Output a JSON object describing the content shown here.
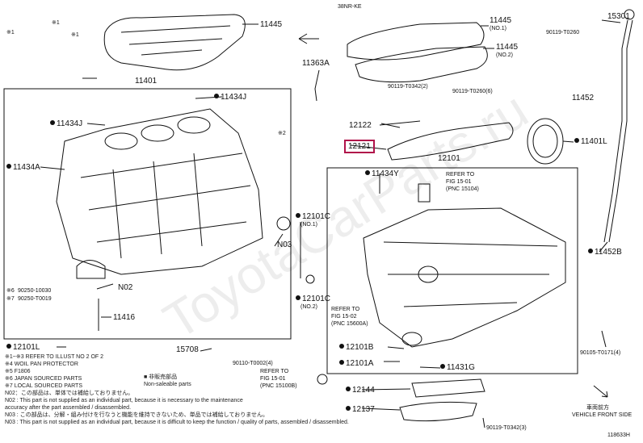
{
  "header": {
    "top_ref": "38NR-KE"
  },
  "watermark": "ToyotaCarParts.ru",
  "parts": {
    "p11445_top": "11445",
    "p11445_no1": "11445",
    "p11445_no1_sub": "(NO.1)",
    "p11445_no2": "11445",
    "p11445_no2_sub": "(NO.2)",
    "p15301": "15301",
    "p90119_t0260": "90119-T0260",
    "p11363a": "11363A",
    "p11401": "11401",
    "p11434j_a": "11434J",
    "p11434j_b": "11434J",
    "p11434a": "11434A",
    "p90119_t0342": "90119-T0342(2)",
    "p90119_t0260_6": "90119-T0260(6)",
    "p11452": "11452",
    "p12122": "12122",
    "p12121": "12121",
    "p12101": "12101",
    "p11401l": "11401L",
    "p11434y": "11434Y",
    "p12101c_1": "12101C",
    "p12101c_1_sub": "(NO.1)",
    "p12101c_2": "12101C",
    "p12101c_2_sub": "(NO.2)",
    "p11452b": "11452B",
    "n03": "N03",
    "n02": "N02",
    "p11416": "11416",
    "p12101l": "12101L",
    "p90250_10030": "90250-10030",
    "p90250_t0019": "90250-T0019",
    "p15708": "15708",
    "p90110_t0002": "90110-T0002(4)",
    "p12101b": "12101B",
    "p12101a": "12101A",
    "p11431g": "11431G",
    "p12144": "12144",
    "p12137": "12137",
    "p90119_t0342_3": "90119-T0342(3)",
    "p90105_t0171": "90105-T0171(4)",
    "p12101c_mark": "※2",
    "mark1a": "※1",
    "mark1b": "※1",
    "mark2": "※2",
    "mark6": "※6",
    "mark7": "※7"
  },
  "refs": {
    "r1_l1": "REFER TO",
    "r1_l2": "FIG 15-01",
    "r1_l3": "(PNC 15104)",
    "r2_l1": "REFER TO",
    "r2_l2": "FIG 15-02",
    "r2_l3": "(PNC 15600A)",
    "r3_l1": "REFER TO",
    "r3_l2": "FIG 15-01",
    "r3_l3": "(PNC 15100B)"
  },
  "direction": {
    "jp": "車両前方",
    "en": "VEHICLE FRONT SIDE"
  },
  "notes": [
    "※1~※3  REFER TO ILLUST NO 2 OF 2",
    "※4  WOIL PAN PROTECTOR",
    "※5  F1806",
    "※6  JAPAN SOURCED PARTS",
    "※7  LOCAL SOURCED PARTS",
    "N02：この部品は、単体では補給しておりません。"
  ],
  "notes_right": [
    "■ 非販売部品",
    "Non-saleable parts"
  ],
  "footer_notes": [
    "N02 : This part is not supplied as an individual part, because it is necessary to the maintenance",
    "         accuracy after the part assembled / disassembled.",
    "N03 : この部品は、分解・組み付けを行なうと機能を維持できないため、単品では補給しておりません。",
    "N03 : This part is not supplied as an individual part, because it is difficult to keep the function / quality of parts, assembled / disassembled."
  ],
  "figure_id": "118633H"
}
